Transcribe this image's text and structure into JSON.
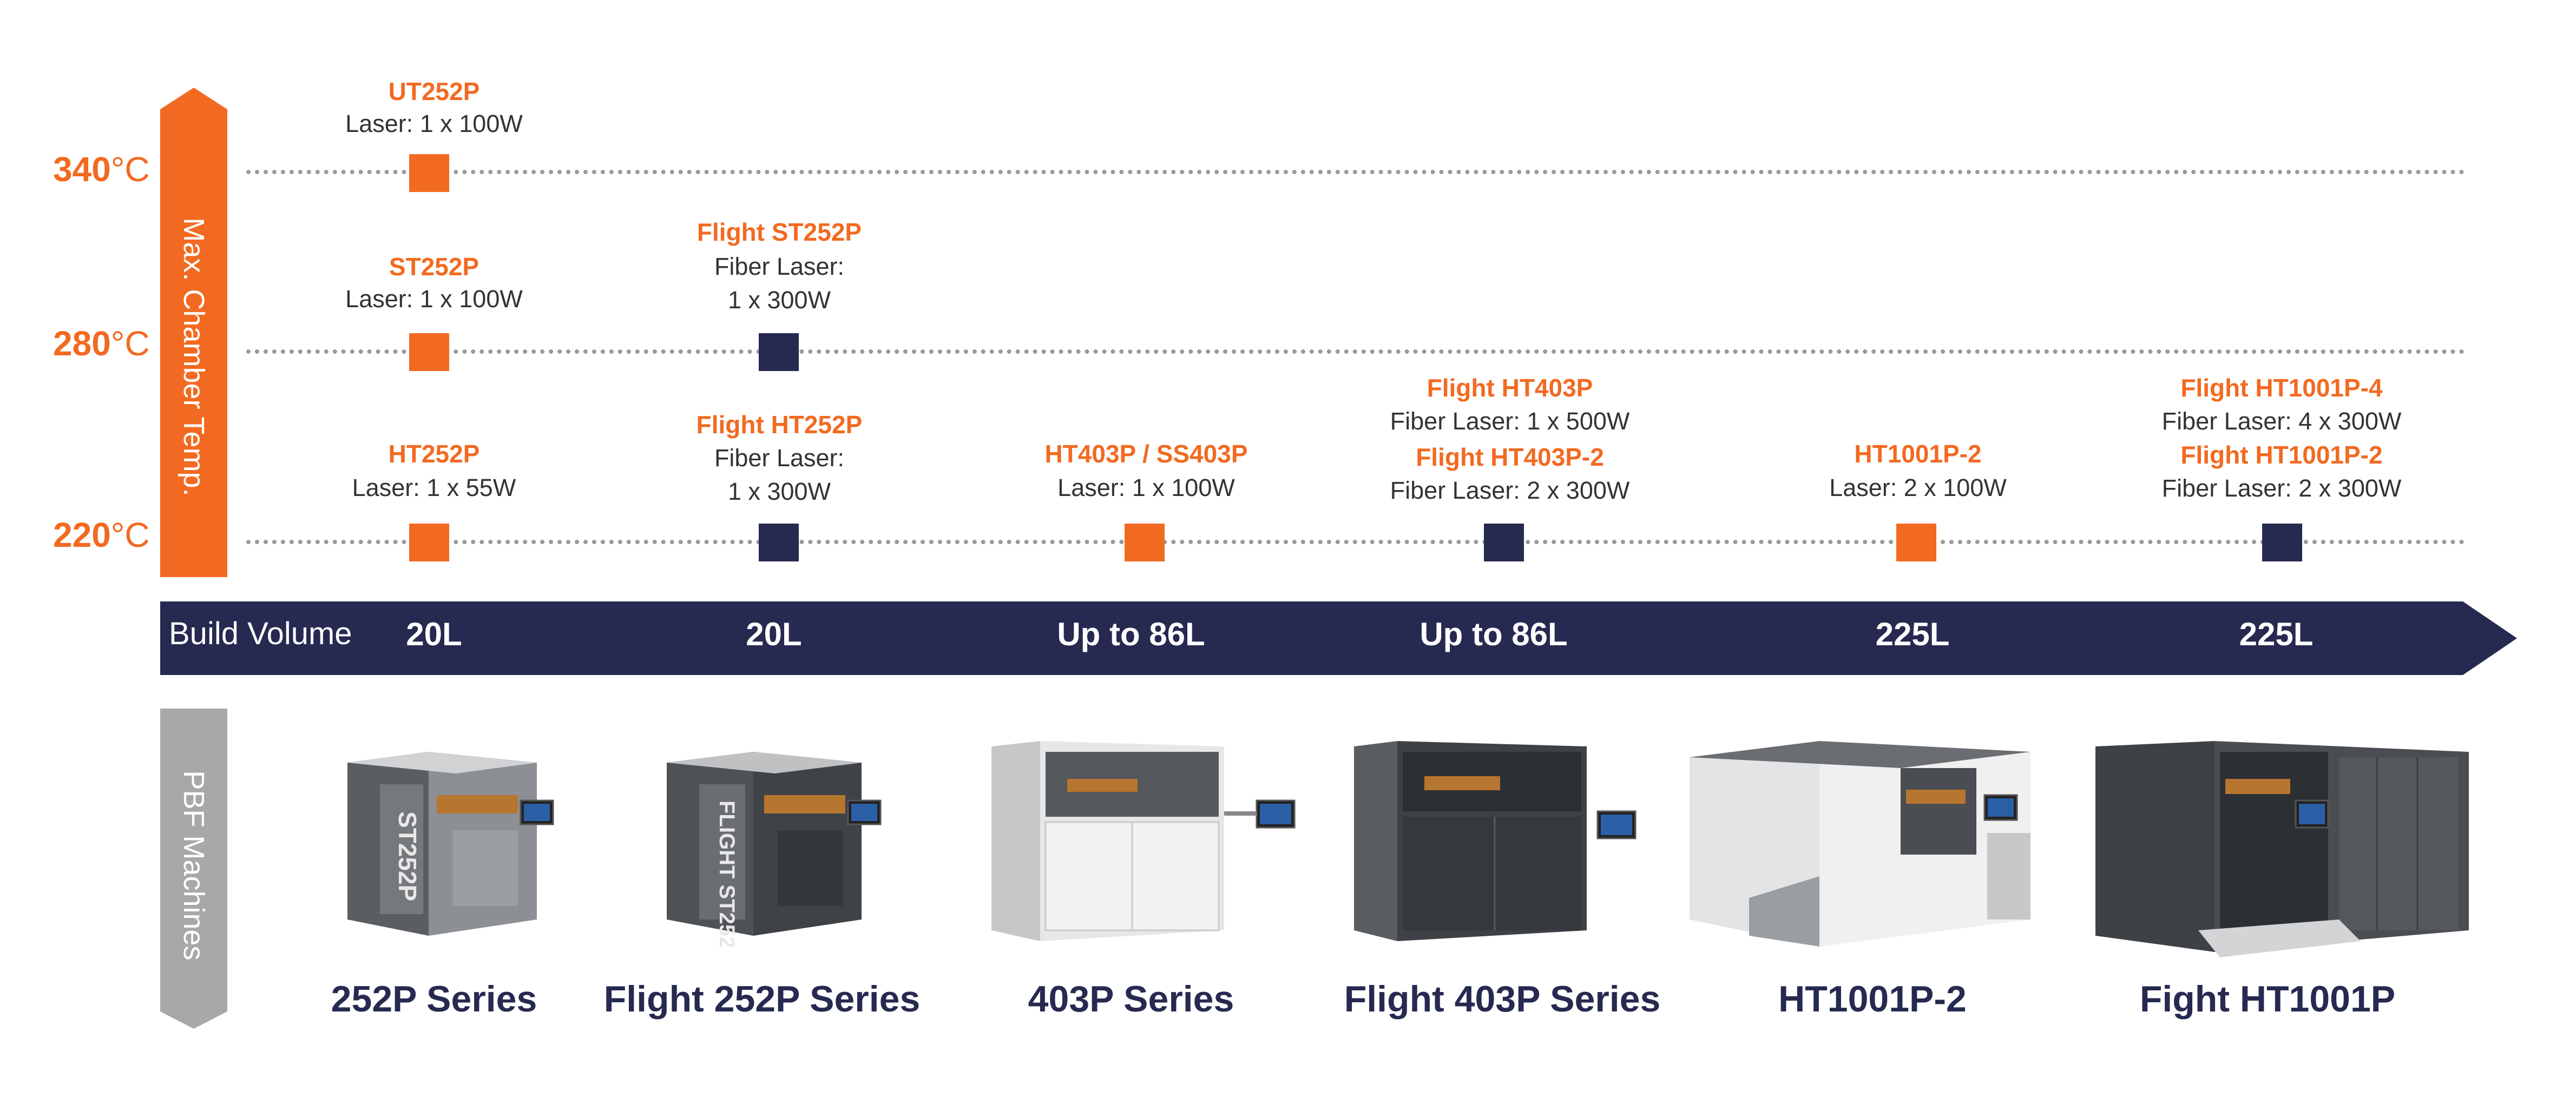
{
  "colors": {
    "orange": "#f26a21",
    "navy": "#262a50",
    "gray": "#a8a8a8",
    "dots": "#9a9a9a"
  },
  "axis": {
    "title": "Max. Chamber Temp.",
    "levels": [
      {
        "value": "340",
        "unit": "°C"
      },
      {
        "value": "280",
        "unit": "°C"
      },
      {
        "value": "220",
        "unit": "°C"
      }
    ]
  },
  "build_volume": {
    "label": "Build Volume",
    "values": [
      "20L",
      "20L",
      "Up to 86L",
      "Up to 86L",
      "225L",
      "225L"
    ]
  },
  "pbf": {
    "label": "PBF Machines",
    "series": [
      "252P Series",
      "Flight 252P Series",
      "403P Series",
      "Flight 403P Series",
      "HT1001P-2",
      "Fight HT1001P"
    ]
  },
  "models": {
    "ut252p": {
      "name": "UT252P",
      "spec": "Laser: 1 x 100W"
    },
    "st252p": {
      "name": "ST252P",
      "spec": "Laser: 1 x 100W"
    },
    "ht252p": {
      "name": "HT252P",
      "spec": "Laser: 1 x 55W"
    },
    "fst252p": {
      "name": "Flight ST252P",
      "spec1": "Fiber Laser:",
      "spec2": "1 x 300W"
    },
    "fht252p": {
      "name": "Flight HT252P",
      "spec1": "Fiber Laser:",
      "spec2": "1 x 300W"
    },
    "ht403p": {
      "name": "HT403P / SS403P",
      "spec": "Laser: 1 x 100W"
    },
    "fht403p": {
      "name": "Flight HT403P",
      "spec": "Fiber Laser: 1 x 500W"
    },
    "fht403p2": {
      "name": "Flight HT403P-2",
      "spec": "Fiber Laser: 2 x 300W"
    },
    "ht1001p2": {
      "name": "HT1001P-2",
      "spec": "Laser: 2 x 100W"
    },
    "fht1001p4": {
      "name": "Flight HT1001P-4",
      "spec": "Fiber Laser: 4 x 300W"
    },
    "fht1001p2": {
      "name": "Flight HT1001P-2",
      "spec": "Fiber Laser: 2 x 300W"
    }
  },
  "machine_labels": [
    "ST252P",
    "FLIGHT ST252P"
  ]
}
